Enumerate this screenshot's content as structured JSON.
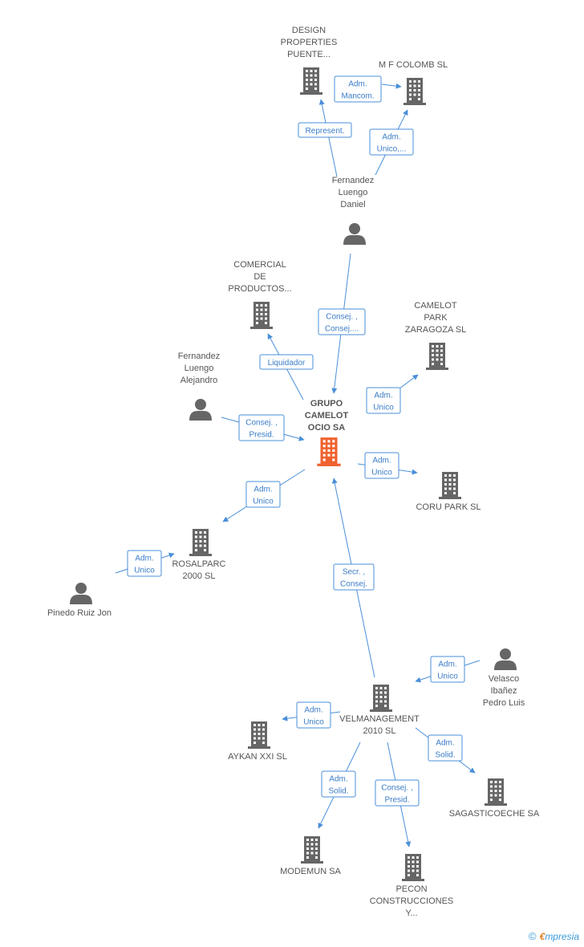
{
  "colors": {
    "edge": "#4a8fd8",
    "icon": "#666666",
    "main_icon": "#f0622f",
    "text": "#555555"
  },
  "nodes": [
    {
      "id": "grupo",
      "type": "company",
      "main": true,
      "label": [
        "GRUPO",
        "CAMELOT",
        "OCIO SA"
      ]
    },
    {
      "id": "design",
      "type": "company",
      "label": [
        "DESIGN",
        "PROPERTIES",
        "PUENTE..."
      ]
    },
    {
      "id": "mfcolomb",
      "type": "company",
      "label": [
        "M F COLOMB SL"
      ]
    },
    {
      "id": "fdaniel",
      "type": "person",
      "label": [
        "Fernandez",
        "Luengo",
        "Daniel"
      ]
    },
    {
      "id": "comercial",
      "type": "company",
      "label": [
        "COMERCIAL",
        "DE",
        "PRODUCTOS..."
      ]
    },
    {
      "id": "camelotpark",
      "type": "company",
      "label": [
        "CAMELOT",
        "PARK",
        "ZARAGOZA  SL"
      ]
    },
    {
      "id": "falejandro",
      "type": "person",
      "label": [
        "Fernandez",
        "Luengo",
        "Alejandro"
      ]
    },
    {
      "id": "corupark",
      "type": "company",
      "label": [
        "CORU PARK  SL"
      ]
    },
    {
      "id": "rosalparc",
      "type": "company",
      "label": [
        "ROSALPARC",
        "2000  SL"
      ]
    },
    {
      "id": "pinedo",
      "type": "person",
      "label": [
        "Pinedo Ruiz Jon"
      ]
    },
    {
      "id": "velasco",
      "type": "person",
      "label": [
        "Velasco",
        "Ibañez",
        "Pedro Luis"
      ]
    },
    {
      "id": "velmanagement",
      "type": "company",
      "label": [
        "VELMANAGEMENT",
        "2010 SL"
      ]
    },
    {
      "id": "aykan",
      "type": "company",
      "label": [
        "AYKAN XXI SL"
      ]
    },
    {
      "id": "sagasticoeche",
      "type": "company",
      "label": [
        "SAGASTICOECHE SA"
      ]
    },
    {
      "id": "modemun",
      "type": "company",
      "label": [
        "MODEMUN SA"
      ]
    },
    {
      "id": "pecon",
      "type": "company",
      "label": [
        "PECON",
        "CONSTRUCCIONES",
        "Y..."
      ]
    }
  ],
  "edges": [
    {
      "from": "fdaniel",
      "to": "design",
      "label": [
        "Represent."
      ]
    },
    {
      "from": "design",
      "to": "mfcolomb",
      "label": [
        "Adm.",
        "Mancom."
      ]
    },
    {
      "from": "fdaniel",
      "to": "mfcolomb",
      "label": [
        "Adm.",
        "Unico,..."
      ]
    },
    {
      "from": "fdaniel",
      "to": "grupo",
      "label": [
        "Consej. ,",
        "Consej...."
      ]
    },
    {
      "from": "grupo",
      "to": "comercial",
      "label": [
        "Liquidador"
      ]
    },
    {
      "from": "grupo",
      "to": "camelotpark",
      "label": [
        "Adm.",
        "Unico"
      ]
    },
    {
      "from": "falejandro",
      "to": "grupo",
      "label": [
        "Consej. ,",
        "Presid."
      ]
    },
    {
      "from": "grupo",
      "to": "corupark",
      "label": [
        "Adm.",
        "Unico"
      ]
    },
    {
      "from": "grupo",
      "to": "rosalparc",
      "label": [
        "Adm.",
        "Unico"
      ]
    },
    {
      "from": "pinedo",
      "to": "rosalparc",
      "label": [
        "Adm.",
        "Unico"
      ]
    },
    {
      "from": "velmanagement",
      "to": "grupo",
      "label": [
        "Secr. ,",
        "Consej."
      ]
    },
    {
      "from": "velasco",
      "to": "velmanagement",
      "label": [
        "Adm.",
        "Unico"
      ]
    },
    {
      "from": "velmanagement",
      "to": "aykan",
      "label": [
        "Adm.",
        "Unico"
      ]
    },
    {
      "from": "velmanagement",
      "to": "sagasticoeche",
      "label": [
        "Adm.",
        "Solid."
      ]
    },
    {
      "from": "velmanagement",
      "to": "modemun",
      "label": [
        "Adm.",
        "Solid."
      ]
    },
    {
      "from": "velmanagement",
      "to": "pecon",
      "label": [
        "Consej. ,",
        "Presid."
      ]
    }
  ],
  "footer": {
    "copyright": "©",
    "brand_e": "€",
    "brand_rest": "mpresia"
  }
}
